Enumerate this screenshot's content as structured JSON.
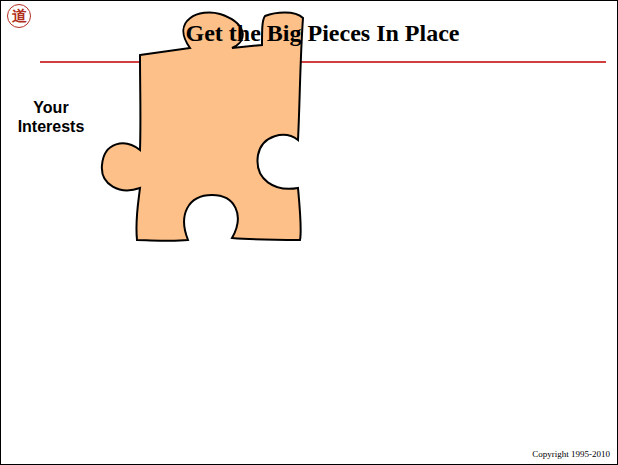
{
  "diagram": {
    "title": "Get the Big Pieces In Place",
    "nodes": [
      {
        "text": [
          "Your Interests"
        ]
      }
    ],
    "labels": [
      "道",
      "Copyright 1995-2010"
    ]
  }
}
